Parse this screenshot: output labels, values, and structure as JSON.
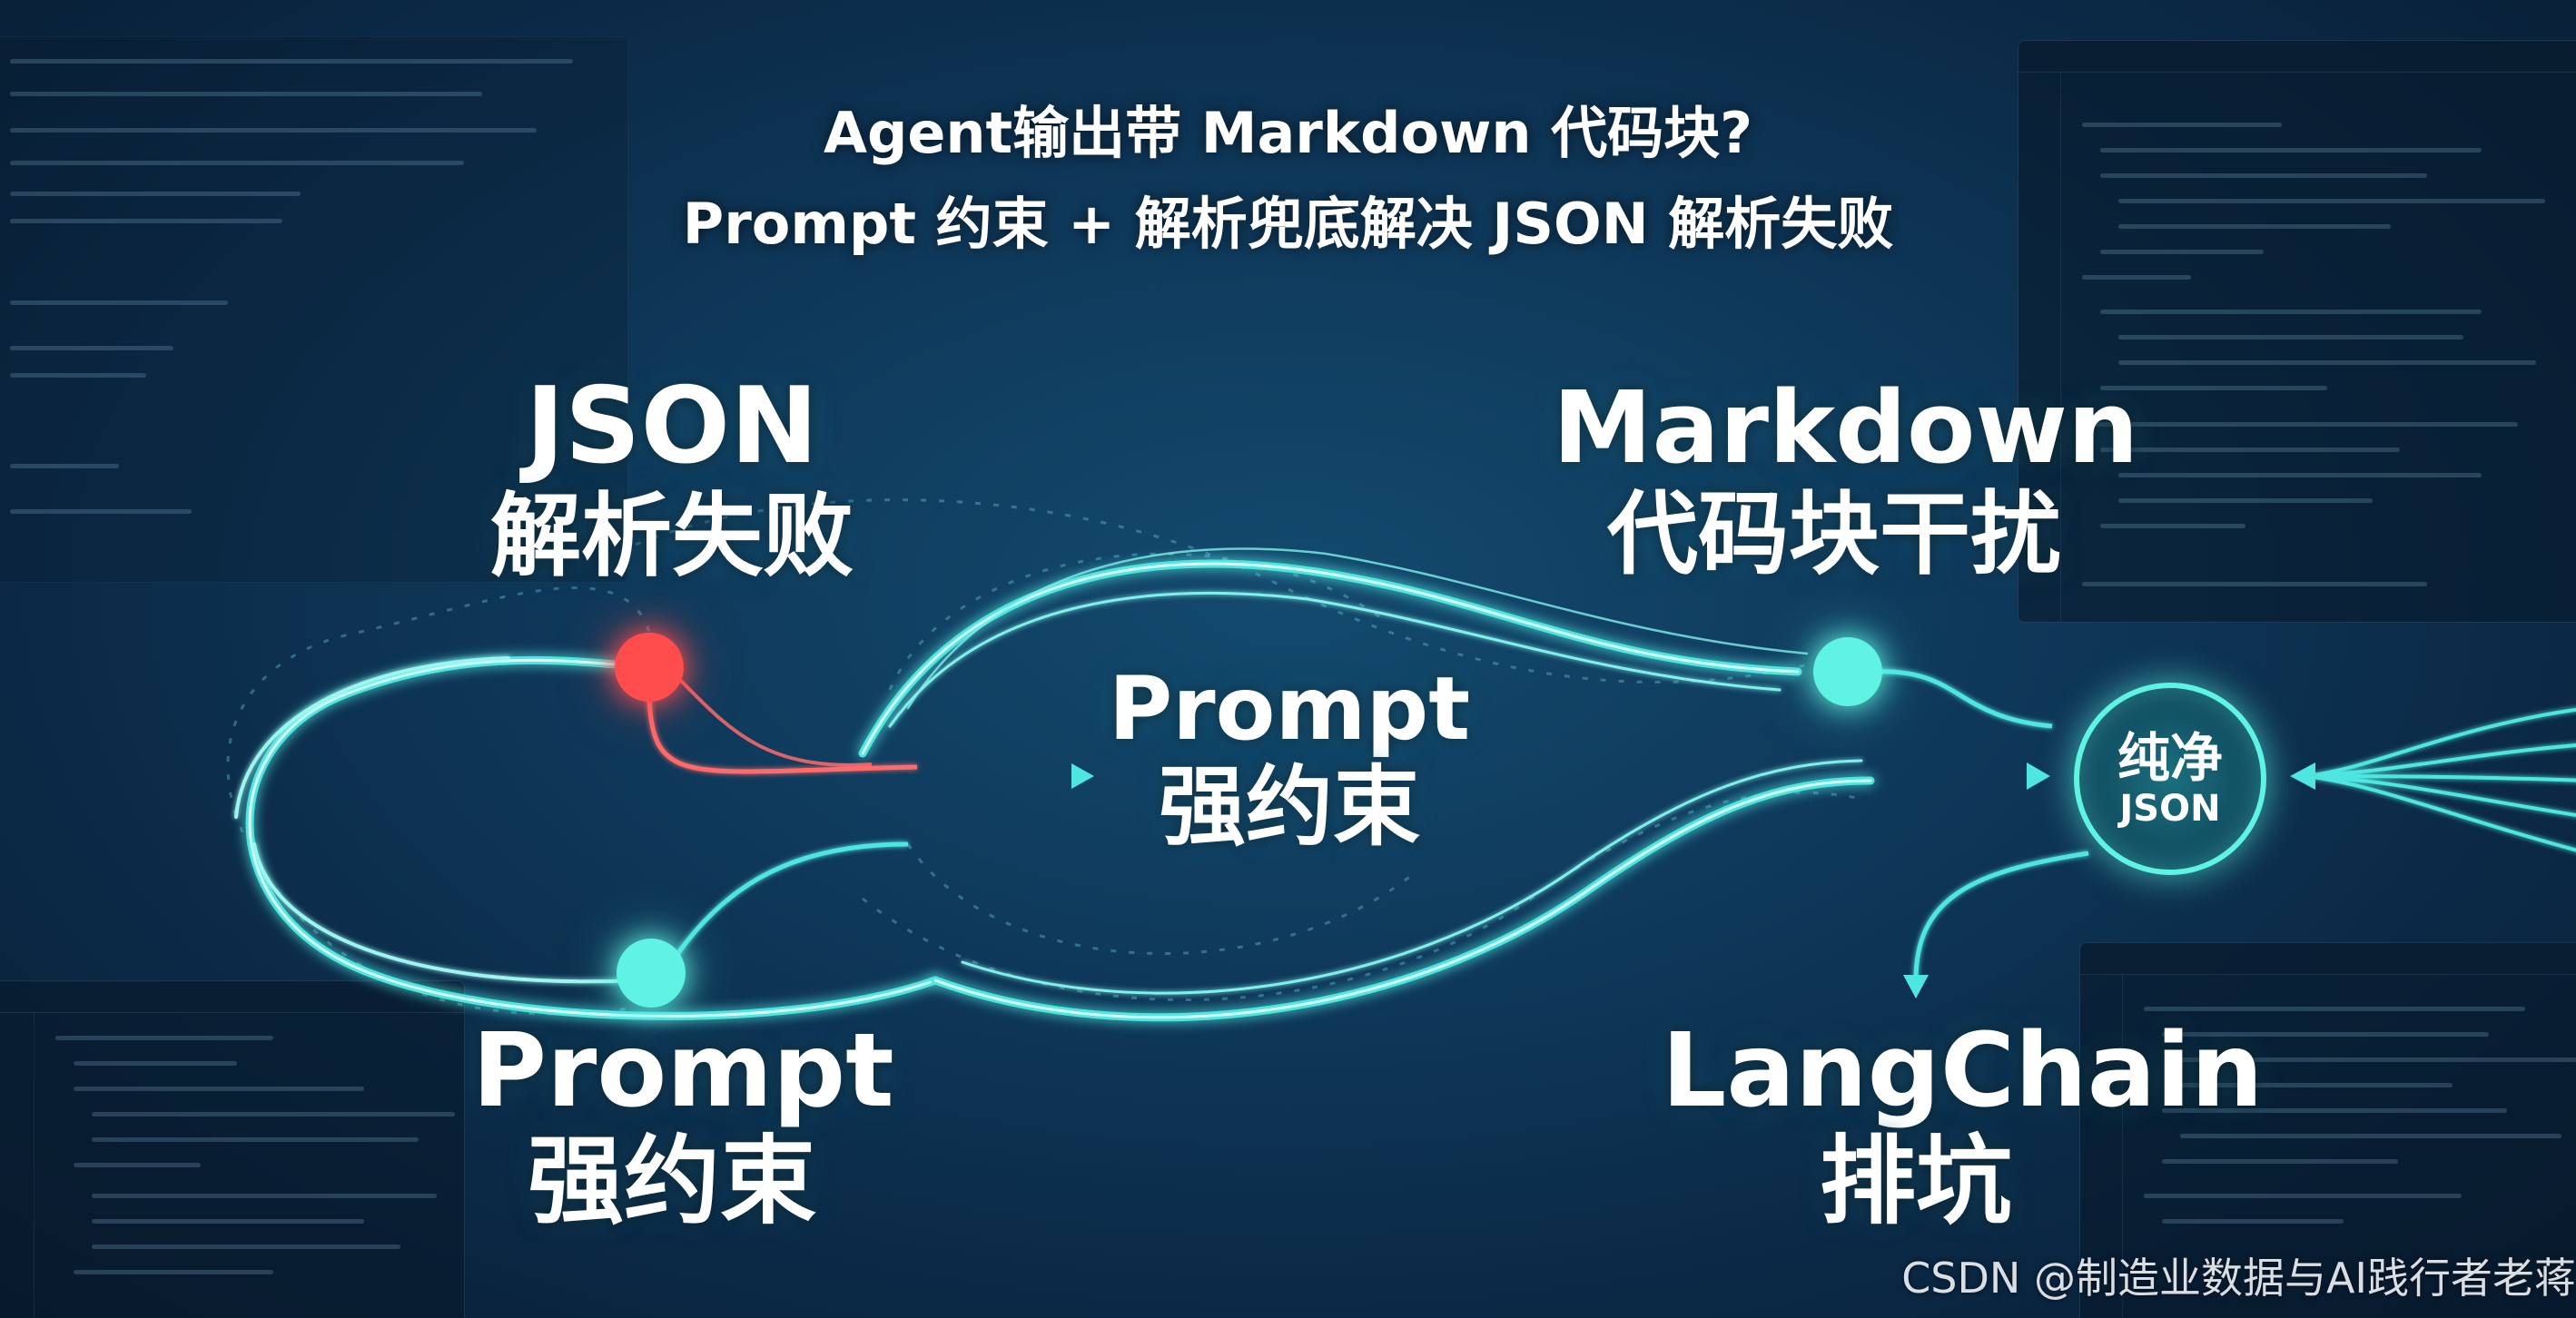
{
  "title": {
    "line1": "Agent输出带 Markdown 代码块?",
    "line2": "Prompt 约束 + 解析兜底解决 JSON 解析失败"
  },
  "labels": {
    "json_fail": {
      "line1": "JSON",
      "line2": "解析失败"
    },
    "markdown": {
      "line1": "Markdown",
      "line2": "代码块干扰"
    },
    "prompt_center": {
      "line1": "Prompt",
      "line2": "强约束"
    },
    "prompt_bottom": {
      "line1": "Prompt",
      "line2": "强约束"
    },
    "langchain": {
      "line1": "LangChain",
      "line2": "排坑"
    }
  },
  "badge": {
    "line1": "纯净",
    "line2": "JSON"
  },
  "watermark": "CSDN @制造业数据与AI践行者老蒋",
  "colors": {
    "error_node": "#ff4d4d",
    "cyan_node": "#5ff3e3",
    "glow_line": "#4fe6df",
    "title_text": "#ffffff"
  },
  "icons": [
    "arrow-right-icon",
    "arrow-left-icon",
    "arrow-down-icon"
  ]
}
